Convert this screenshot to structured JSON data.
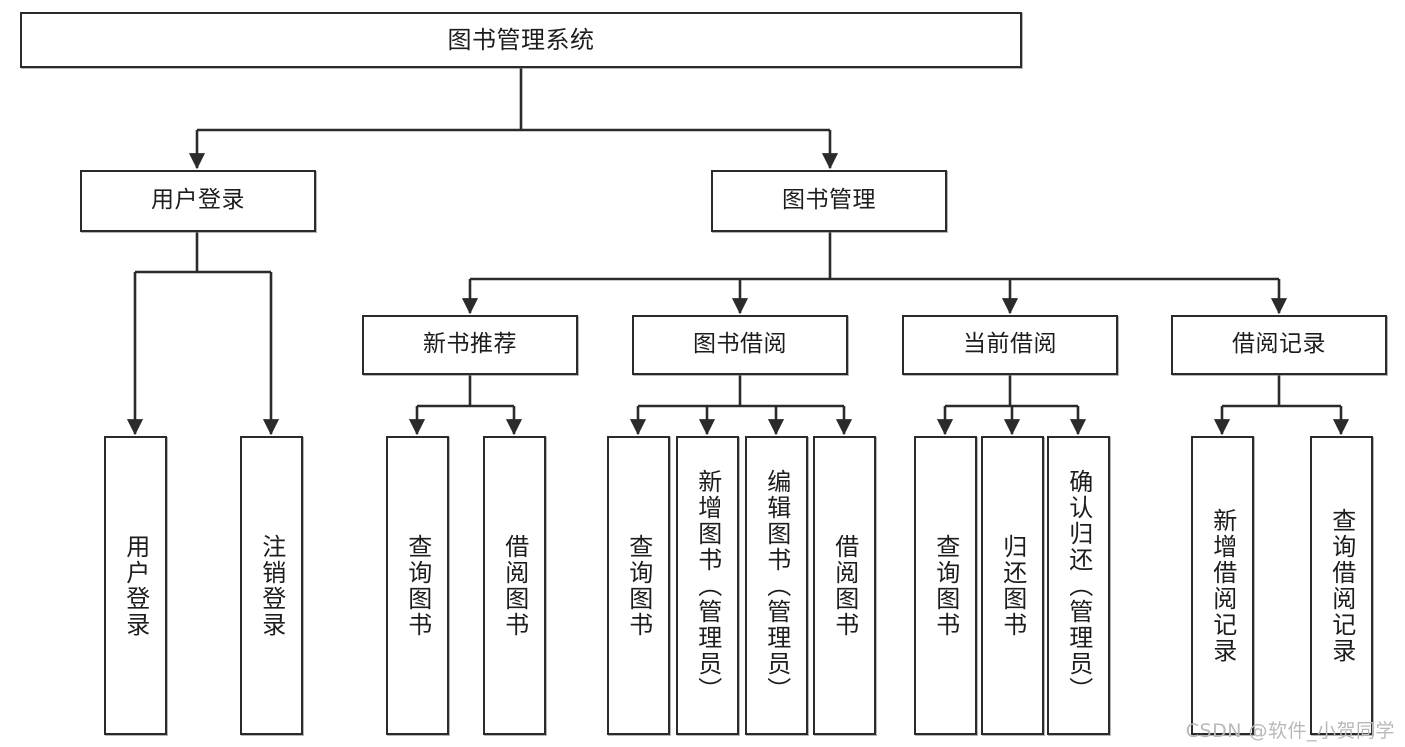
{
  "diagram": {
    "title": "图书管理系统",
    "type": "功能结构图",
    "watermark": "CSDN @软件_小贺同学",
    "colors": {
      "box_border": "#2b2b2b",
      "box_fill": "#ffffff",
      "edge": "#2b2b2b",
      "text": "#1d1d1d",
      "watermark": "#b9b9b9",
      "background": "#ffffff"
    }
  },
  "nodes": {
    "root": {
      "label": "图书管理系统"
    },
    "level1": [
      {
        "id": "user-login",
        "label": "用户登录"
      },
      {
        "id": "book-manage",
        "label": "图书管理"
      }
    ],
    "level2": [
      {
        "id": "new-book-recommend",
        "label": "新书推荐"
      },
      {
        "id": "book-borrow",
        "label": "图书借阅"
      },
      {
        "id": "current-borrow",
        "label": "当前借阅"
      },
      {
        "id": "borrow-record",
        "label": "借阅记录"
      }
    ],
    "leaves": {
      "user-login": [
        {
          "id": "leaf-user-login",
          "label": "用户登录"
        },
        {
          "id": "leaf-logout-login",
          "label": "注销登录"
        }
      ],
      "new-book-recommend": [
        {
          "id": "leaf-query-book-1",
          "label": "查询图书"
        },
        {
          "id": "leaf-borrow-book-1",
          "label": "借阅图书"
        }
      ],
      "book-borrow": [
        {
          "id": "leaf-query-book-2",
          "label": "查询图书"
        },
        {
          "id": "leaf-add-book",
          "label": "新增图书（管理员）"
        },
        {
          "id": "leaf-edit-book",
          "label": "编辑图书（管理员）"
        },
        {
          "id": "leaf-borrow-book-2",
          "label": "借阅图书"
        }
      ],
      "current-borrow": [
        {
          "id": "leaf-query-book-3",
          "label": "查询图书"
        },
        {
          "id": "leaf-return-book",
          "label": "归还图书"
        },
        {
          "id": "leaf-confirm-return",
          "label": "确认归还（管理员）"
        }
      ],
      "borrow-record": [
        {
          "id": "leaf-add-record",
          "label": "新增借阅记录"
        },
        {
          "id": "leaf-query-record",
          "label": "查询借阅记录"
        }
      ]
    }
  },
  "structure_summary": {
    "levels": 4,
    "total_nodes": 20,
    "edge_style": "orthogonal-elbow-with-arrowhead"
  }
}
